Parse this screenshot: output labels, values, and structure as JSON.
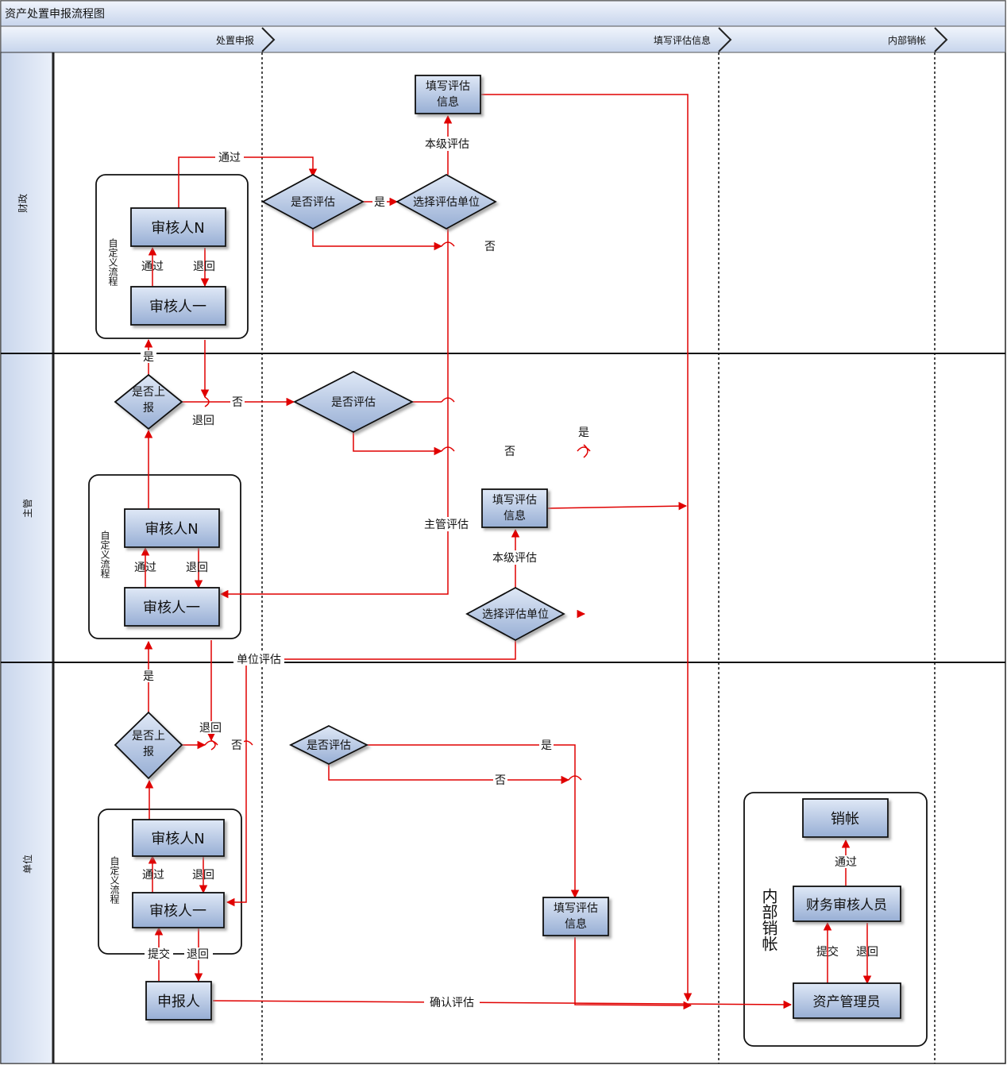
{
  "title": "资产处置申报流程图",
  "phases": [
    "处置申报",
    "填写评估信息",
    "内部销帐"
  ],
  "lanes": [
    "财政",
    "主管",
    "单位"
  ],
  "colors": {
    "flow": "#e00000",
    "box_top": "#dbe6f5",
    "box_bottom": "#9fb6d9",
    "header_top": "#eef3fb",
    "header_bottom": "#c9d7ee"
  },
  "group_label": "自定义流程",
  "finance": {
    "reviewer_n": "审核人N",
    "reviewer_1": "审核人一",
    "pass": "通过",
    "back": "退回",
    "top_pass": "通过",
    "is_evaluate": "是否评估",
    "yes": "是",
    "no": "否",
    "select_unit": "选择评估单位",
    "self_level": "本级评估",
    "fill_info": "填写评估信息"
  },
  "supervisor": {
    "is_report": "是否上报",
    "yes_up": "是",
    "no": "否",
    "back": "退回",
    "is_evaluate": "是否评估",
    "no2": "否",
    "yes": "是",
    "reviewer_n": "审核人N",
    "reviewer_1": "审核人一",
    "pass": "通过",
    "back2": "退回",
    "sup_eval": "主管评估",
    "fill_info": "填写评估信息",
    "self_level": "本级评估",
    "select_unit": "选择评估单位",
    "unit_eval": "单位评估"
  },
  "unit": {
    "yes_up": "是",
    "is_report": "是否上报",
    "back": "退回",
    "no": "否",
    "is_evaluate": "是否评估",
    "yes": "是",
    "no2": "否",
    "reviewer_n": "审核人N",
    "reviewer_1": "审核人一",
    "pass": "通过",
    "back2": "退回",
    "submit": "提交",
    "back3": "退回",
    "applicant": "申报人",
    "confirm_eval": "确认评估",
    "fill_info": "填写评估信息"
  },
  "writeoff": {
    "group": "内部销帐",
    "writeoff": "销帐",
    "pass": "通过",
    "finance_reviewer": "财务审核人员",
    "submit": "提交",
    "back": "退回",
    "asset_manager": "资产管理员"
  }
}
